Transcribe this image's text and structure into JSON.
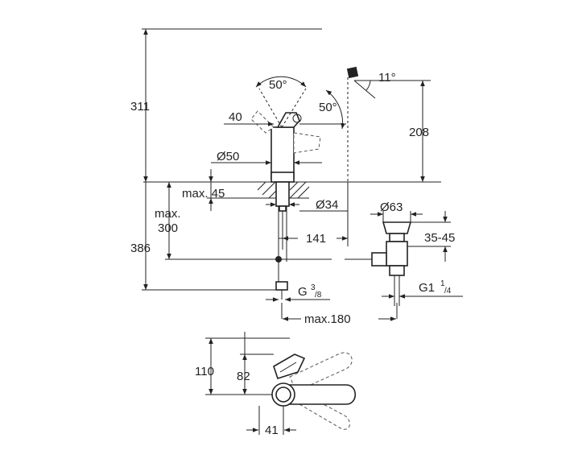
{
  "dimensions": {
    "height_total": "311",
    "height_spout": "208",
    "total_386": "386",
    "swivel_50_a": "50°",
    "swivel_50_b": "50°",
    "angle_11": "11°",
    "lever_40": "40",
    "dia_50": "Ø50",
    "max_45": "max. 45",
    "dia_34": "Ø34",
    "max_300_line1": "max.",
    "max_300_line2": "300",
    "reach_141": "141",
    "dia_63": "Ø63",
    "range_35_45": "35-45",
    "thread_g": "G",
    "thread_g_num": "3",
    "thread_g_den": "/8",
    "thread_g1": "G1",
    "thread_g1_num": "1",
    "thread_g1_den": "/4",
    "max_180": "max.180",
    "top_110": "110",
    "top_82": "82",
    "top_41": "41"
  }
}
